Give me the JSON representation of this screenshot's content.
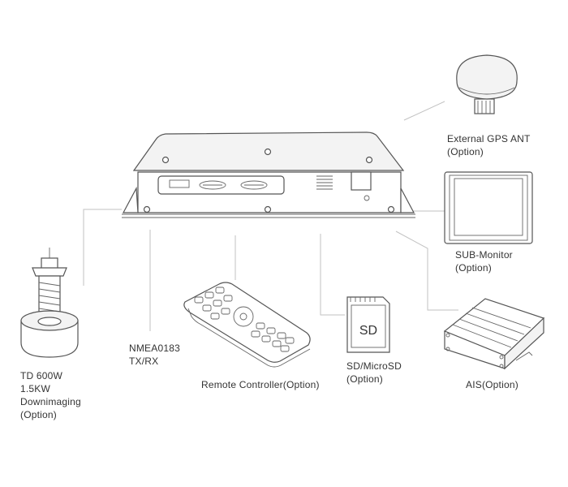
{
  "labels": {
    "gps": [
      "External GPS ANT",
      "(Option)"
    ],
    "monitor": [
      "SUB-Monitor",
      "(Option)"
    ],
    "transducer": [
      "TD 600W",
      "1.5KW",
      "Downimaging",
      "(Option)"
    ],
    "nmea": [
      "NMEA0183",
      "TX/RX"
    ],
    "remote": [
      "Remote Controller(Option)"
    ],
    "sd": [
      "SD/MicroSD",
      "(Option)"
    ],
    "ais": [
      "AIS(Option)"
    ]
  },
  "sd_card_text": "SD"
}
